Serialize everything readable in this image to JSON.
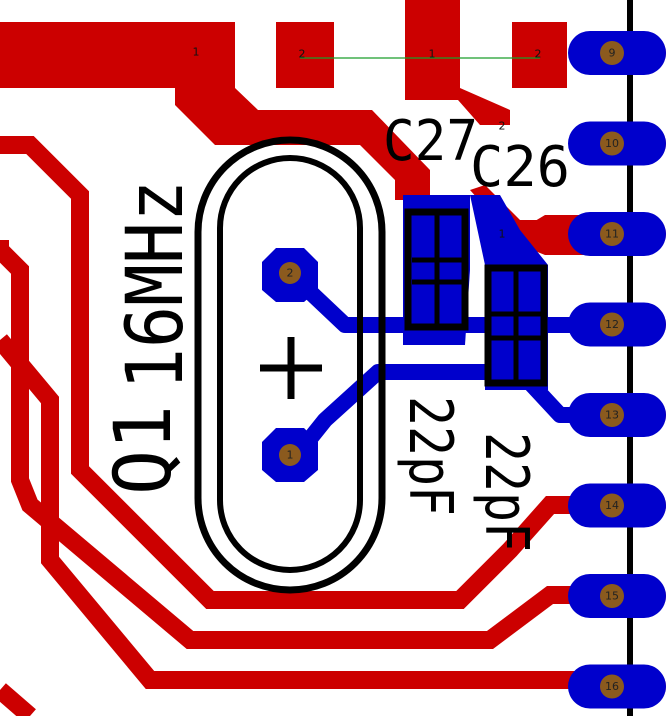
{
  "colors": {
    "background": "#ffffff",
    "top_copper": "#cc0000",
    "bottom_copper": "#0000cc",
    "silkscreen": "#000000",
    "drill": "#8b5a1e",
    "ratsnest": "#1a9e2a"
  },
  "designators": {
    "crystal": "Q1",
    "crystal_value": "16MHz",
    "cap_a": "C27",
    "cap_a_value": "22pF",
    "cap_b": "C26",
    "cap_b_value": "22pF"
  },
  "crystal_pads": [
    {
      "label": "2"
    },
    {
      "label": "1"
    }
  ],
  "smd_pad_labels": {
    "top_row": [
      "1",
      "2",
      "1",
      "2"
    ],
    "c27": [
      "2",
      "1"
    ]
  },
  "header_pins": [
    "9",
    "10",
    "11",
    "12",
    "13",
    "14",
    "15",
    "16"
  ]
}
